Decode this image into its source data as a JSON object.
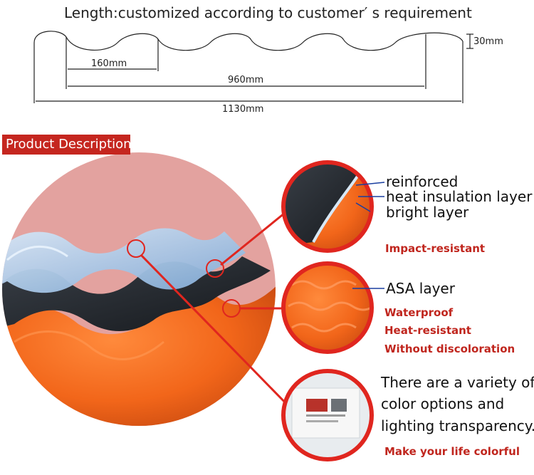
{
  "header": {
    "length_text": "Length:customized according to customer′ s requirement"
  },
  "dimensions": {
    "height": "30mm",
    "pitch": "160mm",
    "effective_width": "960mm",
    "total_width": "1130mm"
  },
  "section": {
    "title": "Product Description"
  },
  "layers": {
    "reinforced": "reinforced",
    "heat_insulation": "heat insulation layer",
    "bright": "bright layer",
    "asa": "ASA layer"
  },
  "features": {
    "impact": "Impact-resistant",
    "waterproof": "Waterproof",
    "heat": "Heat-resistant",
    "discoloration": "Without discoloration",
    "colorful": "Make your life colorful"
  },
  "variety": {
    "line1": "There are a variety of",
    "line2": "color options and",
    "line3": "lighting transparency."
  },
  "colors": {
    "brand_red": "#c5261f",
    "feature_red": "#c0261e",
    "tile_orange": "#f26a1b",
    "tile_black": "#1e2328",
    "tile_blue": "#9ec2e4",
    "circle_bg": "#e3a29f"
  }
}
